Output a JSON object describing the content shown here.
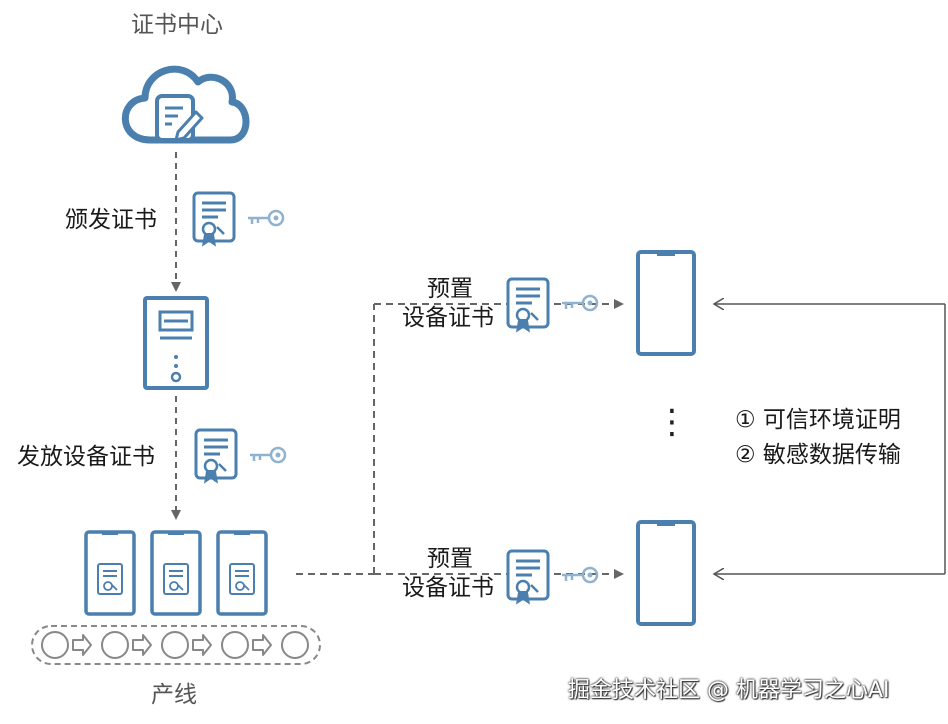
{
  "labels": {
    "cert_center": "证书中心",
    "issue_cert": "颁发证书",
    "distribute_cert": "发放设备证书",
    "preset_top_line1": "预置",
    "preset_top_line2": "设备证书",
    "preset_bottom_line1": "预置",
    "preset_bottom_line2": "设备证书",
    "production_line": "产线",
    "feature_1": "① 可信环境证明",
    "feature_2": "② 敏感数据传输",
    "vertical_ellipsis": "⋮",
    "watermark": "掘金技术社区 @ 机器学习之心AI"
  },
  "colors": {
    "primary_blue": "#4a7fae",
    "light_blue": "#8fb2cf",
    "arrow_gray": "#666666",
    "text": "#1a1a1a"
  }
}
